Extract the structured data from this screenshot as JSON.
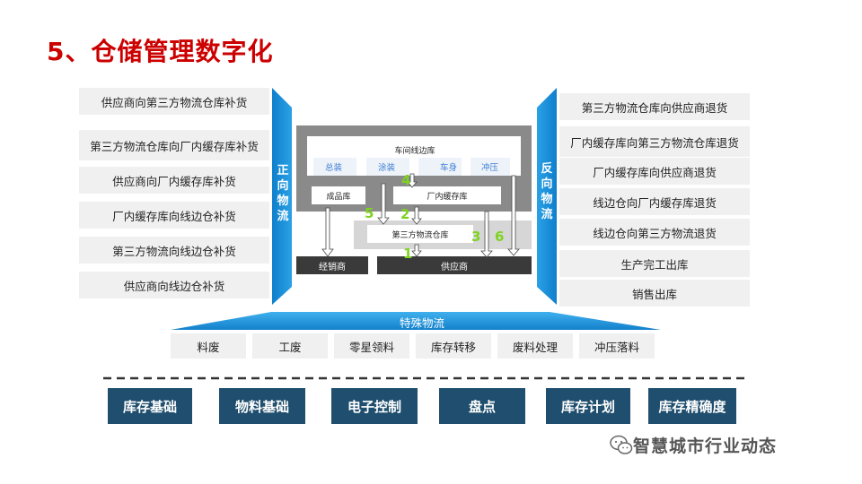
{
  "title": "5、仓储管理数字化",
  "forward_label": "正\n向\n物\n流",
  "reverse_label": "反\n向\n物\n流",
  "forward_items": [
    "供应商向第三方物流仓库补货",
    "第三方物流仓库向厂内缓存库补货",
    "供应商向厂内缓存库补货",
    "厂内缓存库向线边仓补货",
    "第三方物流向线边仓补货",
    "供应商向线边仓补货"
  ],
  "reverse_items": [
    "第三方物流仓库向供应商退货",
    "厂内缓存库向第三方物流仓库退货",
    "厂内缓存库向供应商退货",
    "线边仓向厂内缓存库退货",
    "线边仓向第三方物流退货",
    "生产完工出库",
    "销售出库"
  ],
  "center": {
    "line_warehouse": "车间线边库",
    "processes": [
      "总装",
      "涂装",
      "车身",
      "冲压"
    ],
    "finished_goods": "成品库",
    "factory_buffer": "厂内缓存库",
    "third_party": "第三方物流仓库",
    "dealer": "经销商",
    "supplier": "供应商",
    "numbers": [
      "4",
      "5",
      "2",
      "3",
      "6",
      "1"
    ]
  },
  "special_label": "特殊物流",
  "special_items": [
    "料废",
    "工废",
    "零星领料",
    "库存转移",
    "废料处理",
    "冲压落料"
  ],
  "bottom_buttons": [
    "库存基础",
    "物料基础",
    "电子控制",
    "盘点",
    "库存计划",
    "库存精确度"
  ],
  "watermark": "智慧城市行业动态",
  "colors": {
    "accent_blue": "#1a8fd6",
    "dark_button": "#1f4e6e",
    "title_red": "#cc0000",
    "number_green": "#7ed321"
  }
}
